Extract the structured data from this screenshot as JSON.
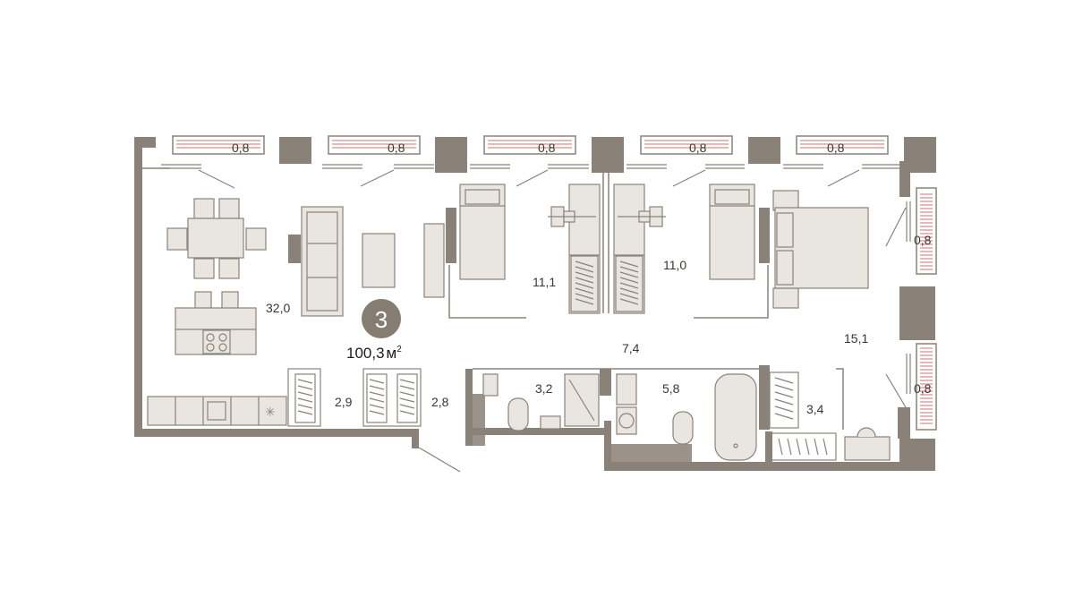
{
  "apartment": {
    "rooms_count": "3",
    "total_area": "100,3",
    "area_unit": "м",
    "area_unit_power": "2"
  },
  "rooms": {
    "living_kitchen": "32,0",
    "bedroom_1": "11,1",
    "bedroom_2": "11,0",
    "master_bedroom": "15,1",
    "hallway": "7,4",
    "closet_1": "2,9",
    "closet_2": "2,8",
    "wc": "3,2",
    "bathroom": "5,8",
    "wardrobe": "3,4"
  },
  "balconies": {
    "b1": "0,8",
    "b2": "0,8",
    "b3": "0,8",
    "b4": "0,8",
    "b5": "0,8",
    "b6": "0,8",
    "b7": "0,8"
  },
  "colors": {
    "wall": "#8a8279",
    "furniture_fill": "#e9e6e2",
    "furniture_stroke": "#8a8279",
    "radiator": "#c0504d",
    "badge": "#857c72"
  }
}
